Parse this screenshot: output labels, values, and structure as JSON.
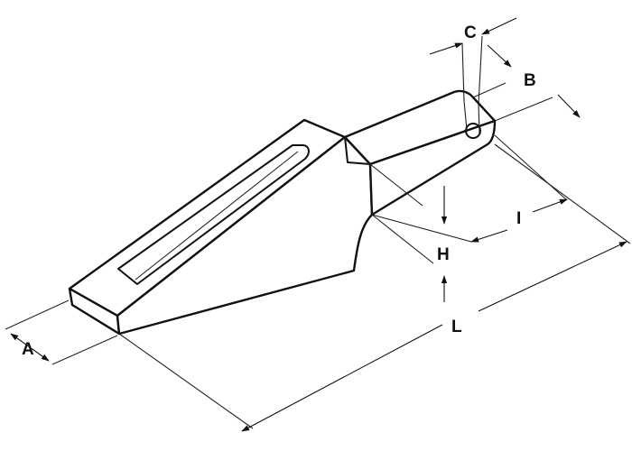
{
  "dimensions": {
    "a": "A",
    "b": "B",
    "c": "C",
    "h": "H",
    "i": "I",
    "l": "L"
  },
  "colors": {
    "line": "#111111",
    "background": "#ffffff"
  }
}
